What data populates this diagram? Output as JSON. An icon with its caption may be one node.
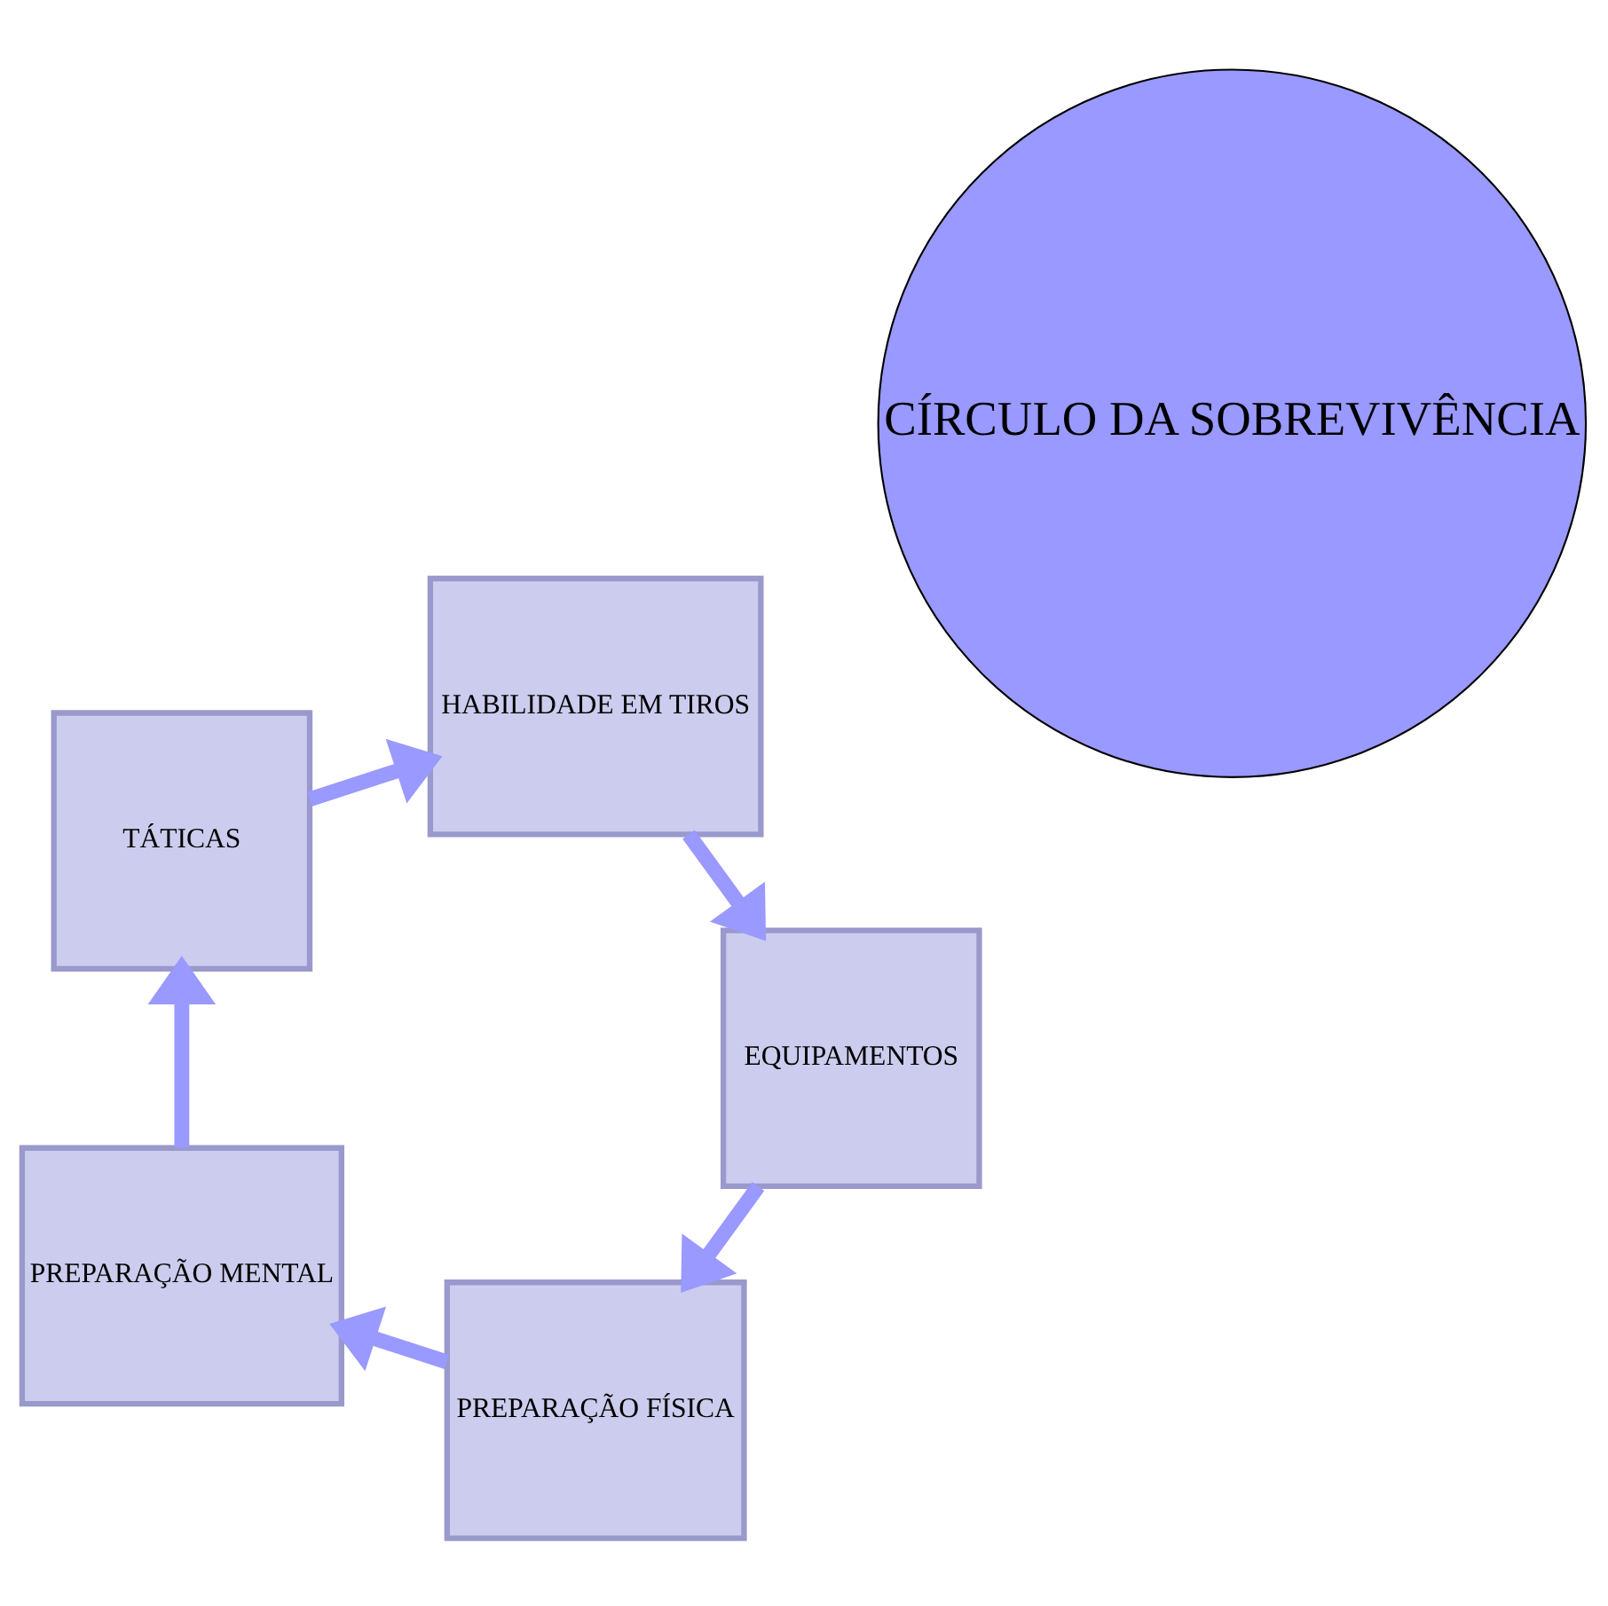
{
  "diagram": {
    "nodes": [
      {
        "text": [
          "CÍRCULO DA SOBREVIVÊNCIA"
        ]
      },
      {
        "text": [
          "PREPARAÇÃO FÍSICA"
        ]
      },
      {
        "text": [
          "PREPARAÇÃO MENTAL"
        ]
      },
      {
        "text": [
          "TÁTICAS"
        ]
      },
      {
        "text": [
          "HABILIDADE EM TIROS"
        ]
      },
      {
        "text": [
          "EQUIPAMENTOS"
        ]
      }
    ],
    "edges": [
      {
        "from": 1,
        "to": 2,
        "arrow": "to"
      },
      {
        "from": 2,
        "to": 3,
        "arrow": "to"
      },
      {
        "from": 3,
        "to": 4,
        "arrow": "to"
      },
      {
        "from": 4,
        "to": 5,
        "arrow": "to"
      },
      {
        "from": 5,
        "to": 1,
        "arrow": "to"
      }
    ]
  }
}
